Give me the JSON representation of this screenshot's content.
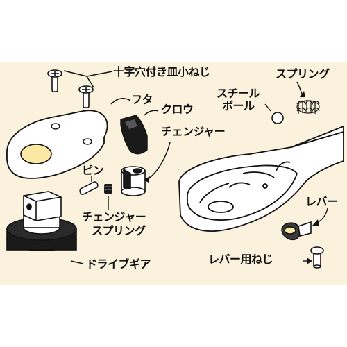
{
  "colors": {
    "background": "#ffffff",
    "panel": "#fbf2de",
    "part_fill": "#ffffff",
    "hole_fill": "#fbe9a3",
    "dark_part": "#1a1a1a",
    "outline": "#111111"
  },
  "labels": {
    "screws": "十字穴付き皿小ねじ",
    "cover": "フタ",
    "pawl": "クロウ",
    "changer": "チェンジャー",
    "pin": "ピン",
    "changer_spring": "チェンジャー\nスプリング",
    "changer_spring_line1": "チェンジャー",
    "changer_spring_line2": "スプリング",
    "drive_gear": "ドライブギア",
    "steel_ball_line1": "スチール",
    "steel_ball_line2": "ボール",
    "spring": "スプリング",
    "lever": "レバー",
    "lever_screw": "レバー用ねじ"
  }
}
